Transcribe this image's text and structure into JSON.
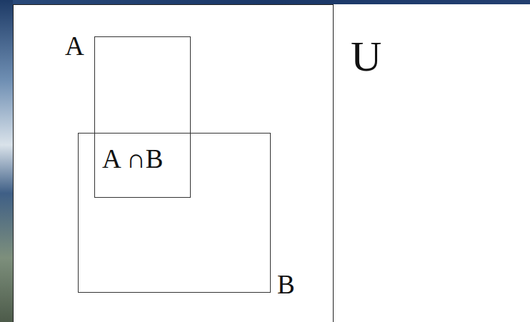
{
  "diagram": {
    "nodes": [
      {
        "text": [
          "U"
        ]
      },
      {
        "text": [
          "A"
        ],
        "in": 0
      },
      {
        "text": [
          "B"
        ],
        "in": 0
      }
    ],
    "labels": [
      "A ∩B"
    ]
  }
}
